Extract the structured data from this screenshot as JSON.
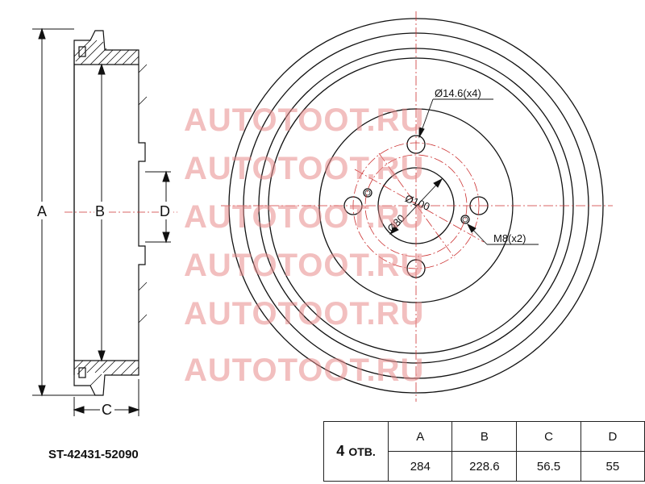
{
  "watermark": {
    "text": "AUTOTOOT.RU",
    "color": "#e88a8a"
  },
  "side_view": {
    "labels": {
      "A": "A",
      "B": "B",
      "C": "C",
      "D": "D"
    }
  },
  "front_view": {
    "hole_note": "Ø14.6(x4)",
    "thread_note": "M8(x2)",
    "pcd_note": "Ø100",
    "bore_note": "Ø80"
  },
  "part_number": "ST-42431-52090",
  "spec_table": {
    "holes_count": "4",
    "holes_unit": "ОТВ.",
    "headers": [
      "A",
      "B",
      "C",
      "D"
    ],
    "values": [
      "284",
      "228.6",
      "56.5",
      "55"
    ]
  }
}
